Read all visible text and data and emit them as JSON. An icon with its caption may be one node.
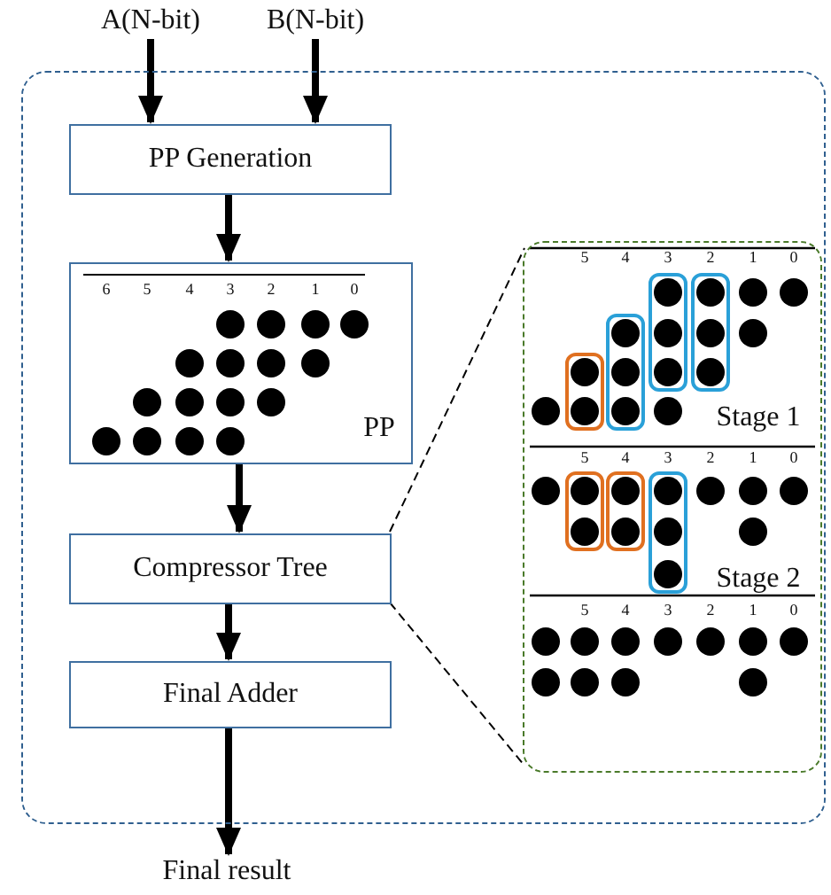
{
  "diagram": {
    "nodes": [
      {
        "text": [],
        "shape": "box"
      },
      {
        "text": [
          "A(N-bit)"
        ]
      },
      {
        "text": [
          "B(N-bit)"
        ]
      },
      {
        "text": [
          "PP Generation"
        ],
        "in": 0
      },
      {
        "text": [
          "PP"
        ],
        "in": 0
      },
      {
        "text": [
          "Compressor Tree"
        ],
        "in": 0
      },
      {
        "text": [
          "Final Adder"
        ],
        "in": 0
      },
      {
        "text": [
          "Final result"
        ]
      },
      {
        "text": [
          "Stage 1",
          "Stage 2"
        ],
        "in": 0
      }
    ],
    "edges": [
      {
        "from": 1,
        "to": 3,
        "arrow": "to"
      },
      {
        "from": 2,
        "to": 3,
        "arrow": "to"
      },
      {
        "from": 3,
        "to": 4,
        "arrow": "to"
      },
      {
        "from": 4,
        "to": 5,
        "arrow": "to"
      },
      {
        "from": 5,
        "to": 6,
        "arrow": "to"
      },
      {
        "from": 6,
        "to": 7,
        "arrow": "to"
      },
      {
        "from": 5,
        "to": 8,
        "arrow": "none",
        "style": "dashed"
      },
      {
        "from": 5,
        "to": 8,
        "arrow": "none",
        "style": "dashed"
      }
    ],
    "labels": [
      "6",
      "5",
      "4",
      "3",
      "2",
      "1",
      "0",
      "5",
      "4",
      "3",
      "2",
      "1",
      "0",
      "5",
      "4",
      "3",
      "2",
      "1",
      "0",
      "5",
      "4",
      "3",
      "2",
      "1",
      "0"
    ]
  }
}
